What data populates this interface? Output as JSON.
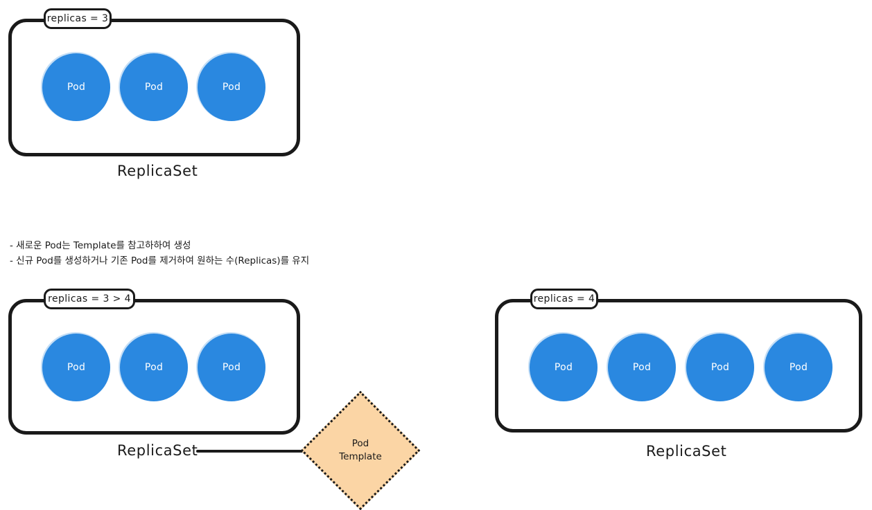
{
  "diagram": {
    "title": "ReplicaSet",
    "colors": {
      "pod_blue": "#2a88e0",
      "template_fill": "#fbd5a5",
      "stroke": "#1a1a1a",
      "background": "#ffffff"
    }
  },
  "replicaset_top": {
    "caption": "ReplicaSet",
    "replicas_label": "replicas = 3",
    "pods": [
      {
        "label": "Pod"
      },
      {
        "label": "Pod"
      },
      {
        "label": "Pod"
      }
    ]
  },
  "notes": {
    "lines": [
      "- 새로운 Pod는 Template를 참고하하여 생성",
      "- 신규 Pod를 생성하거나 기존 Pod를 제거하여 원하는 수(Replicas)를 유지"
    ]
  },
  "replicaset_before": {
    "caption": "ReplicaSet",
    "replicas_label": "replicas = 3 > 4",
    "pods": [
      {
        "label": "Pod"
      },
      {
        "label": "Pod"
      },
      {
        "label": "Pod"
      }
    ]
  },
  "pod_template": {
    "line1": "Pod",
    "line2": "Template"
  },
  "replicaset_after": {
    "caption": "ReplicaSet",
    "replicas_label": "replicas = 4",
    "pods": [
      {
        "label": "Pod"
      },
      {
        "label": "Pod"
      },
      {
        "label": "Pod"
      },
      {
        "label": "Pod"
      }
    ]
  }
}
